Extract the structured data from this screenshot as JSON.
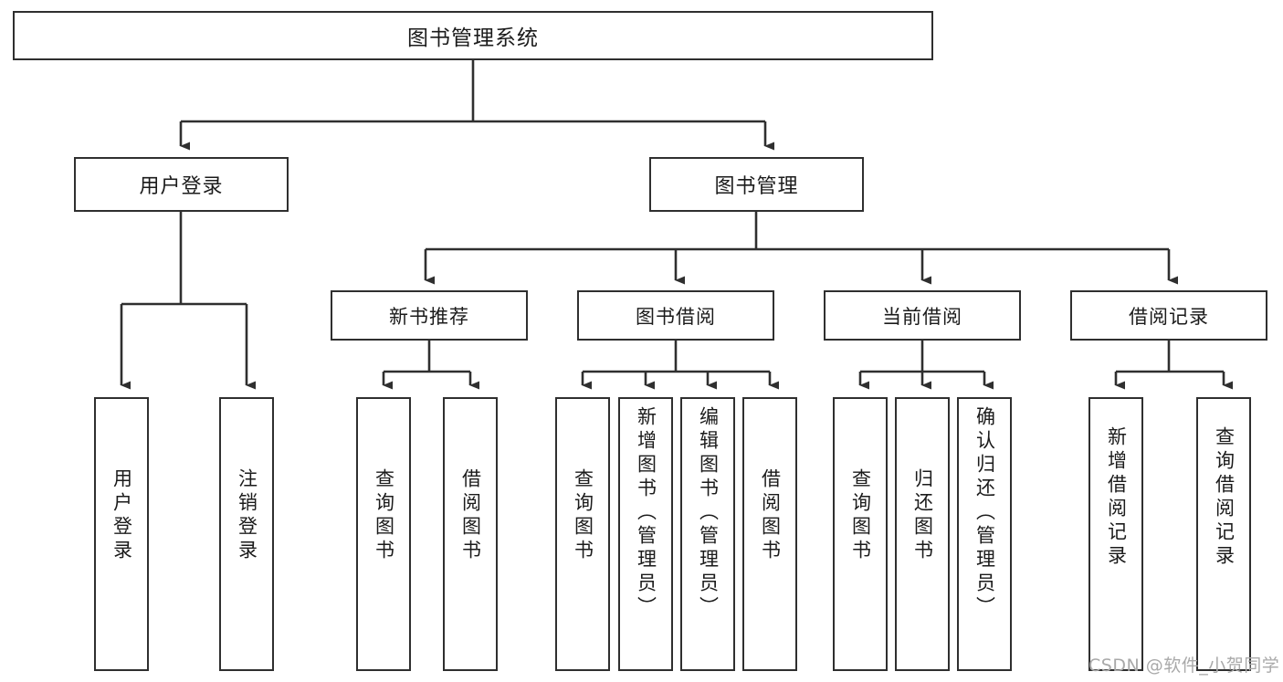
{
  "diagram": {
    "title": "图书管理系统",
    "type": "tree-hierarchy-chart",
    "root": {
      "label": "图书管理系统"
    },
    "level2": [
      {
        "label": "用户登录"
      },
      {
        "label": "图书管理"
      }
    ],
    "level3": [
      {
        "label": "新书推荐"
      },
      {
        "label": "图书借阅"
      },
      {
        "label": "当前借阅"
      },
      {
        "label": "借阅记录"
      }
    ],
    "leaves": {
      "user_login": [
        {
          "label": "用户登录"
        },
        {
          "label": "注销登录"
        }
      ],
      "new_book_recommend": [
        {
          "label": "查询图书"
        },
        {
          "label": "借阅图书"
        }
      ],
      "book_borrow": [
        {
          "label": "查询图书"
        },
        {
          "label": "新增图书（管理员）"
        },
        {
          "label": "编辑图书（管理员）"
        },
        {
          "label": "借阅图书"
        }
      ],
      "current_borrow": [
        {
          "label": "查询图书"
        },
        {
          "label": "归还图书"
        },
        {
          "label": "确认归还（管理员）"
        }
      ],
      "borrow_record": [
        {
          "label": "新增借阅记录"
        },
        {
          "label": "查询借阅记录"
        }
      ]
    }
  },
  "watermark": {
    "text": "CSDN @软件_小贺同学"
  },
  "colors": {
    "border": "#2f2f2f",
    "text": "#1b1b1b",
    "background": "#ffffff",
    "connector": "#2f2f2f",
    "watermark": "#a9a9a9"
  }
}
